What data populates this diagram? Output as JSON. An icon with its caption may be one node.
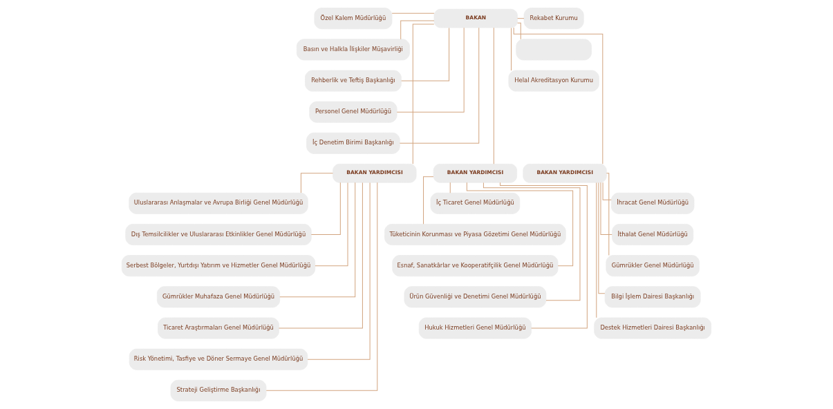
{
  "diagram": {
    "nodes": [
      {
        "text": [
          "BAKAN"
        ]
      },
      {
        "text": [
          "Özel Kalem Müdürlüğü"
        ]
      },
      {
        "text": [
          "Basın ve Halkla İlişkiler Müşavirliği"
        ]
      },
      {
        "text": [
          "Rehberlik ve Teftiş Başkanlığı"
        ]
      },
      {
        "text": [
          "Personel Genel Müdürlüğü"
        ]
      },
      {
        "text": [
          "İç Denetim Birimi Başkanlığı"
        ]
      },
      {
        "text": [
          "Rekabet Kurumu"
        ]
      },
      {
        "text": [],
        "shape": "box"
      },
      {
        "text": [
          "Helal Akreditasyon Kurumu"
        ]
      },
      {
        "text": [
          "BAKAN YARDIMCISI"
        ]
      },
      {
        "text": [
          "BAKAN YARDIMCISI"
        ]
      },
      {
        "text": [
          "BAKAN YARDIMCISI"
        ]
      },
      {
        "text": [
          "Uluslararası Anlaşmalar ve Avrupa Birliği Genel Müdürlüğü"
        ]
      },
      {
        "text": [
          "Dış Temsilcilikler ve Uluslararası Etkinlikler Genel Müdürlüğü"
        ]
      },
      {
        "text": [
          "Serbest Bölgeler, Yurtdışı Yatırım ve Hizmetler Genel Müdürlüğü"
        ]
      },
      {
        "text": [
          "Gümrükler Muhafaza Genel Müdürlüğü"
        ]
      },
      {
        "text": [
          "Ticaret Araştırmaları Genel Müdürlüğü"
        ]
      },
      {
        "text": [
          "Risk Yönetimi, Tasfiye ve Döner Sermaye Genel Müdürlüğü"
        ]
      },
      {
        "text": [
          "Strateji Geliştirme Başkanlığı"
        ]
      },
      {
        "text": [
          "İç Ticaret Genel Müdürlüğü"
        ]
      },
      {
        "text": [
          "Tüketicinin Korunması ve Piyasa Gözetimi Genel Müdürlüğü"
        ]
      },
      {
        "text": [
          "Esnaf, Sanatkârlar ve Kooperatifçilik Genel Müdürlüğü"
        ]
      },
      {
        "text": [
          "Ürün Güvenliği ve Denetimi Genel Müdürlüğü"
        ]
      },
      {
        "text": [
          "Hukuk Hizmetleri Genel Müdürlüğü"
        ]
      },
      {
        "text": [
          "İhracat Genel Müdürlüğü"
        ]
      },
      {
        "text": [
          "İthalat Genel Müdürlüğü"
        ]
      },
      {
        "text": [
          "Gümrükler Genel Müdürlüğü"
        ]
      },
      {
        "text": [
          "Bilgi İşlem Dairesi Başkanlığı"
        ]
      },
      {
        "text": [
          "Destek Hizmetleri Dairesi Başkanlığı"
        ]
      }
    ],
    "edges": [
      {
        "from": 0,
        "to": 1,
        "arrow": "none"
      },
      {
        "from": 0,
        "to": 2,
        "arrow": "none"
      },
      {
        "from": 0,
        "to": 3,
        "arrow": "none"
      },
      {
        "from": 0,
        "to": 4,
        "arrow": "none"
      },
      {
        "from": 0,
        "to": 5,
        "arrow": "none"
      },
      {
        "from": 0,
        "to": 6,
        "arrow": "none"
      },
      {
        "from": 0,
        "to": 7,
        "arrow": "none"
      },
      {
        "from": 0,
        "to": 8,
        "arrow": "none"
      },
      {
        "from": 0,
        "to": 9,
        "arrow": "none"
      },
      {
        "from": 0,
        "to": 10,
        "arrow": "none"
      },
      {
        "from": 0,
        "to": 11,
        "arrow": "none"
      },
      {
        "from": 9,
        "to": 12,
        "arrow": "none"
      },
      {
        "from": 9,
        "to": 13,
        "arrow": "none"
      },
      {
        "from": 9,
        "to": 14,
        "arrow": "none"
      },
      {
        "from": 9,
        "to": 15,
        "arrow": "none"
      },
      {
        "from": 9,
        "to": 16,
        "arrow": "none"
      },
      {
        "from": 9,
        "to": 17,
        "arrow": "none"
      },
      {
        "from": 9,
        "to": 18,
        "arrow": "none"
      },
      {
        "from": 10,
        "to": 19,
        "arrow": "none"
      },
      {
        "from": 10,
        "to": 20,
        "arrow": "none"
      },
      {
        "from": 10,
        "to": 21,
        "arrow": "none"
      },
      {
        "from": 10,
        "to": 22,
        "arrow": "none"
      },
      {
        "from": 10,
        "to": 23,
        "arrow": "none"
      },
      {
        "from": 11,
        "to": 24,
        "arrow": "none"
      },
      {
        "from": 11,
        "to": 25,
        "arrow": "none"
      },
      {
        "from": 11,
        "to": 26,
        "arrow": "none"
      },
      {
        "from": 11,
        "to": 27,
        "arrow": "none"
      },
      {
        "from": 11,
        "to": 28,
        "arrow": "none"
      }
    ]
  }
}
